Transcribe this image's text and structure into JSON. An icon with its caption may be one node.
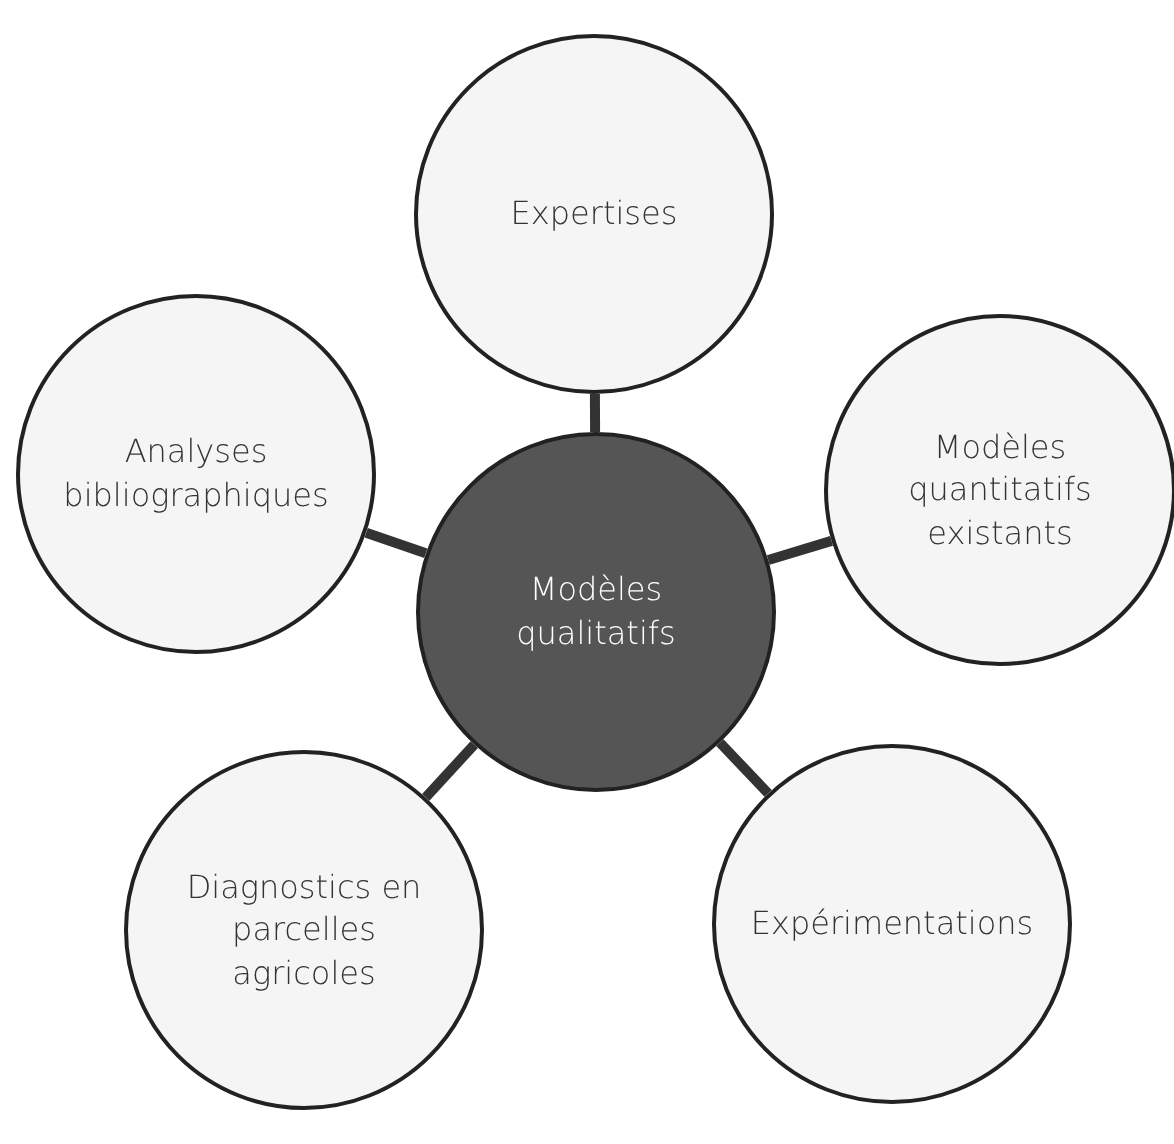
{
  "diagram": {
    "nodes": [
      {
        "text": [
          "Modèles qualitatifs"
        ]
      },
      {
        "text": [
          "Expertises"
        ]
      },
      {
        "text": [
          "Analyses bibliographiques"
        ]
      },
      {
        "text": [
          "Modèles quantitatifs existants"
        ]
      },
      {
        "text": [
          "Diagnostics en parcelles agricoles"
        ]
      },
      {
        "text": [
          "Expérimentations"
        ]
      }
    ],
    "edges": [
      {
        "from": 0,
        "to": 1,
        "arrow": "none"
      },
      {
        "from": 0,
        "to": 2,
        "arrow": "none"
      },
      {
        "from": 0,
        "to": 3,
        "arrow": "none"
      },
      {
        "from": 0,
        "to": 4,
        "arrow": "none"
      },
      {
        "from": 0,
        "to": 5,
        "arrow": "none"
      }
    ]
  }
}
